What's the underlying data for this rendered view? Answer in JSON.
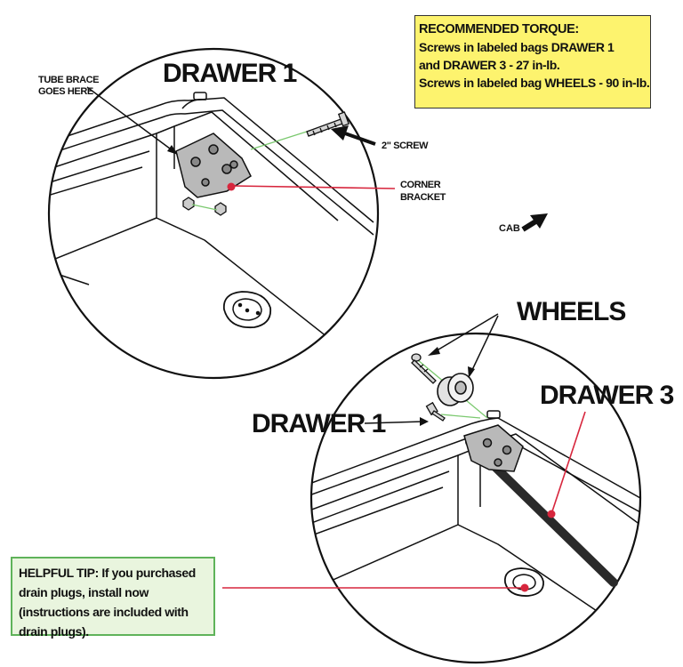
{
  "labels": {
    "drawer_1_top": "DRAWER 1",
    "tube_brace_line1": "TUBE BRACE",
    "tube_brace_line2": "GOES HERE",
    "screw_2in": "2\" SCREW",
    "corner_bracket_line1": "CORNER",
    "corner_bracket_line2": "BRACKET",
    "cab": "CAB",
    "wheels": "WHEELS",
    "drawer_3": "DRAWER 3",
    "drawer_1_bottom": "DRAWER 1"
  },
  "torque": {
    "title": "RECOMMENDED TORQUE:",
    "line1": "Screws in labeled bags DRAWER 1",
    "line2": "and DRAWER 3 - 27 in-lb.",
    "line3": "Screws in labeled bag WHEELS - 90 in-lb."
  },
  "tip": {
    "label": "HELPFUL TIP:",
    "text": " If you purchased drain plugs, install now (instructions are included with drain plugs)."
  },
  "colors": {
    "torque_bg": "#fdf36e",
    "tip_bg": "#e9f5de",
    "tip_border": "#5fb35a",
    "callout_red": "#d7263d",
    "screw_line_green": "#7bc96f",
    "outline": "#111111"
  }
}
